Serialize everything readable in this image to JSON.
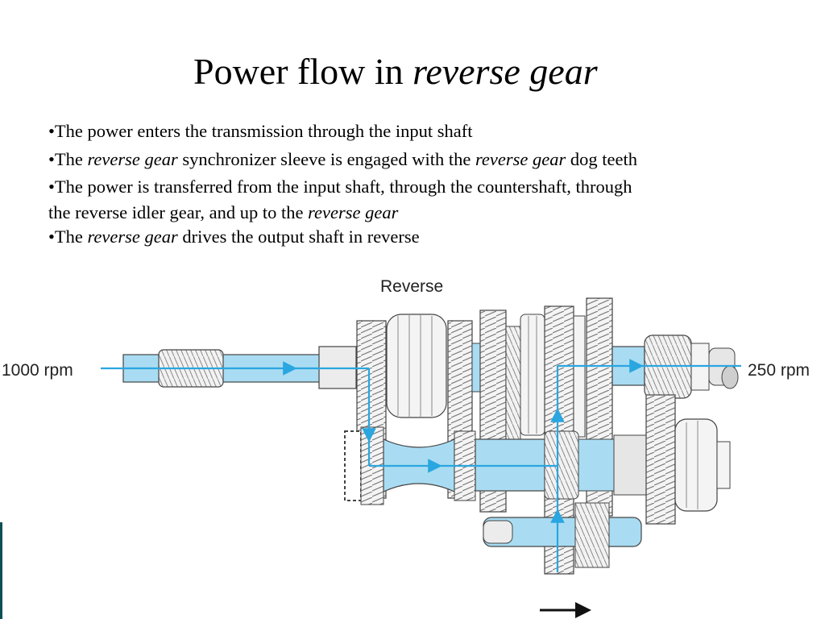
{
  "slide": {
    "title_plain": "Power flow in ",
    "title_italic": "reverse gear",
    "bullets": [
      {
        "parts": [
          {
            "t": "•The power enters the transmission through the input shaft"
          }
        ]
      },
      {
        "parts": [
          {
            "t": "•The "
          },
          {
            "t": "reverse gear",
            "i": true
          },
          {
            "t": " synchronizer sleeve is engaged with the "
          },
          {
            "t": "reverse gear",
            "i": true
          },
          {
            "t": " dog teeth"
          }
        ]
      },
      {
        "parts": [
          {
            "t": "•The power is transferred from the input shaft, through the countershaft, through"
          }
        ]
      },
      {
        "tight": true,
        "parts": [
          {
            "t": "the reverse idler gear, and up to the "
          },
          {
            "t": "reverse gear",
            "i": true
          }
        ]
      },
      {
        "parts": [
          {
            "t": "•The "
          },
          {
            "t": "reverse gear",
            "i": true
          },
          {
            "t": " drives the output shaft in reverse"
          }
        ]
      }
    ]
  },
  "diagram": {
    "label": "Reverse",
    "input_rpm": "1000 rpm",
    "output_rpm": "250 rpm",
    "colors": {
      "shaft": "#a9dcf2",
      "flow": "#2aa6e0",
      "gear_fill": "#f4f4f4",
      "gear_teeth": "#777777",
      "outline": "#444444"
    }
  }
}
